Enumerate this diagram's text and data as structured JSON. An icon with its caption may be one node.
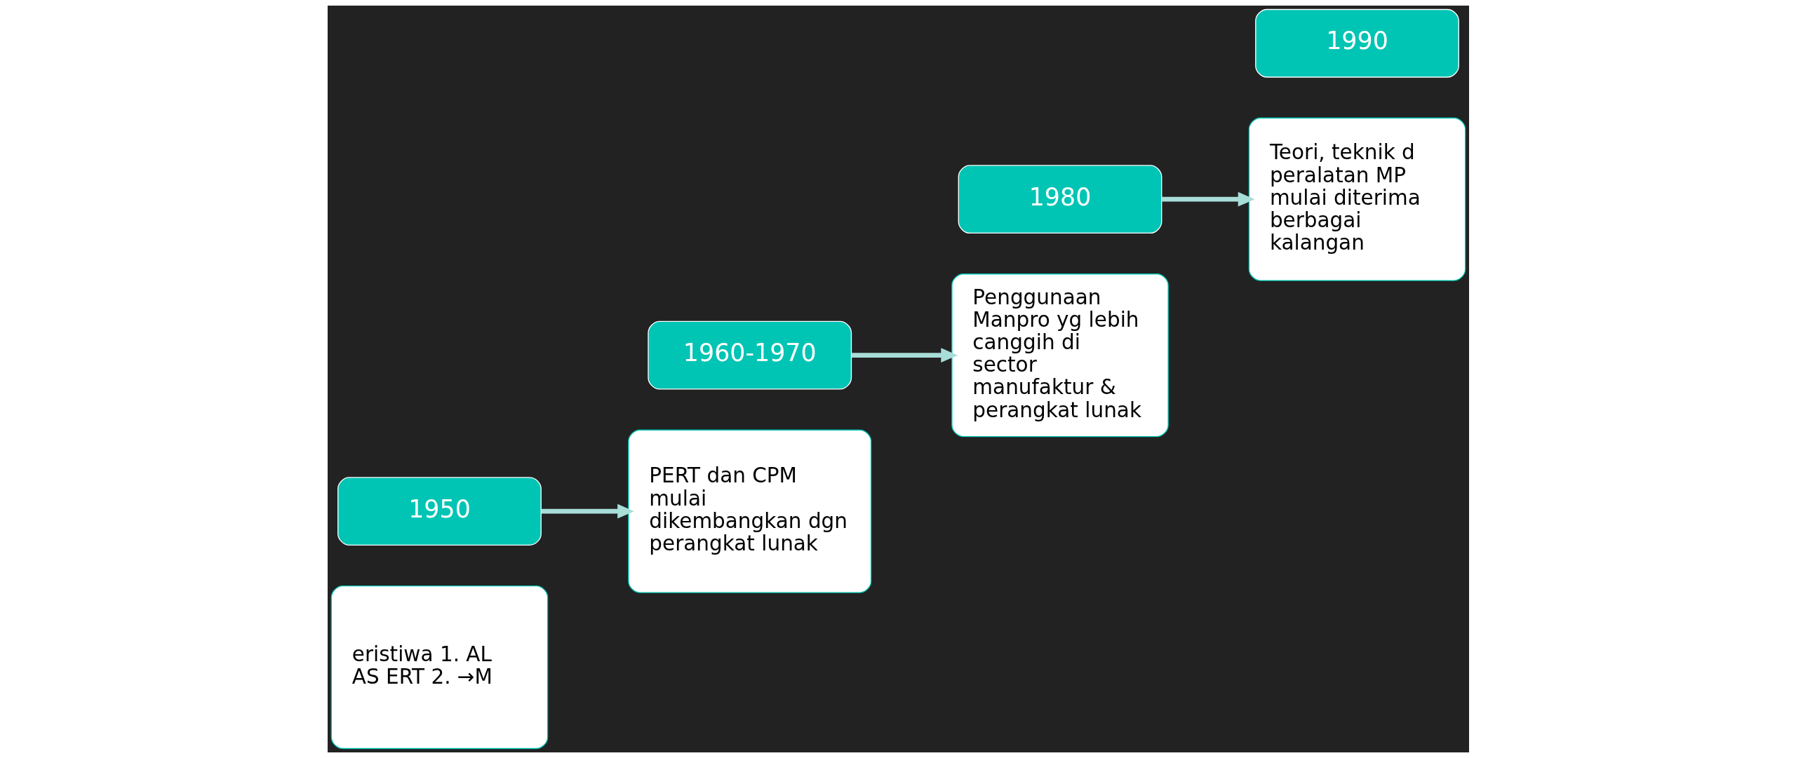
{
  "diagram": {
    "nodes": [
      {
        "text": [
          "eristiwa 1. AL AS ERT 2. →M"
        ]
      },
      {
        "text": [
          "1950"
        ]
      },
      {
        "text": [
          "1960-1970"
        ]
      },
      {
        "text": [
          "PERT dan CPM mulai dikembangkan dgn perangkat lunak"
        ]
      },
      {
        "text": [
          "Penggunaan Manpro yg lebih canggih di sector manufaktur & perangkat lunak"
        ]
      },
      {
        "text": [
          "1980"
        ]
      },
      {
        "text": [
          "1990"
        ]
      },
      {
        "text": [
          "Teori, teknik d peralatan MP mulai diterima berbagai kalangan"
        ]
      }
    ],
    "edges": [
      {
        "from": 1,
        "to": 3,
        "arrow": "to"
      },
      {
        "from": 2,
        "to": 4,
        "arrow": "to"
      },
      {
        "from": 5,
        "to": 7,
        "arrow": "to"
      }
    ]
  }
}
